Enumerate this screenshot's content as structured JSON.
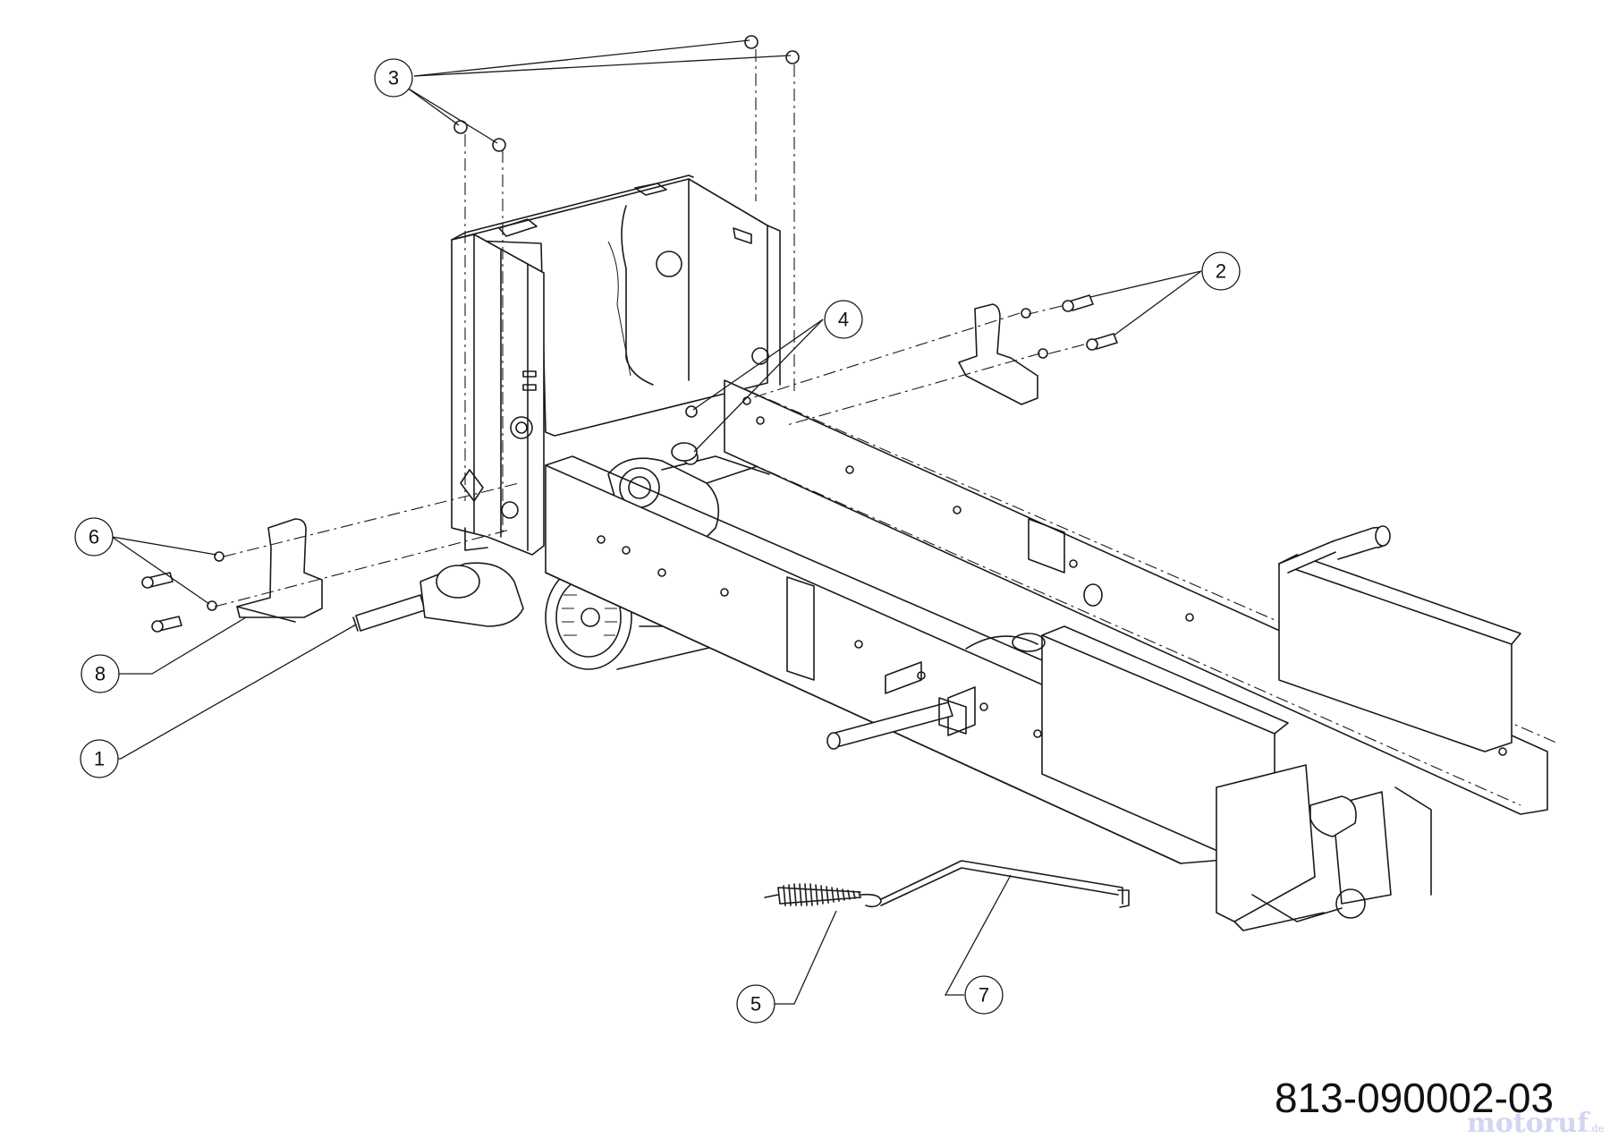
{
  "diagram": {
    "drawing_number": "813-090002-03",
    "watermark": {
      "text": "motoruf",
      "suffix": ".de"
    },
    "callouts": [
      {
        "id": "1",
        "label": "1"
      },
      {
        "id": "2",
        "label": "2"
      },
      {
        "id": "3",
        "label": "3"
      },
      {
        "id": "4",
        "label": "4"
      },
      {
        "id": "5",
        "label": "5"
      },
      {
        "id": "6",
        "label": "6"
      },
      {
        "id": "7",
        "label": "7"
      },
      {
        "id": "8",
        "label": "8"
      }
    ]
  }
}
